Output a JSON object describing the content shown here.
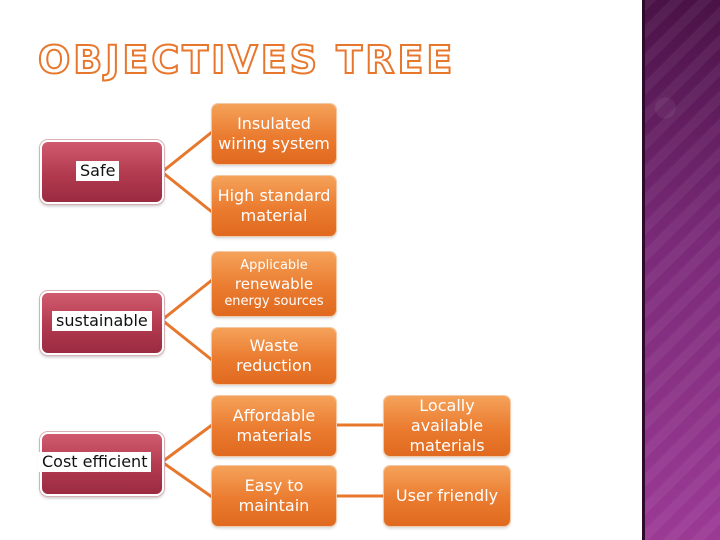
{
  "title": "OBJECTIVES TREE",
  "colors": {
    "category_fill": "#b23a4f",
    "objective_fill": "#ea7b2f",
    "connector": "#e8772e",
    "side_panel": "#7a2a78"
  },
  "categories": [
    {
      "label": "Safe"
    },
    {
      "label": "sustainable"
    },
    {
      "label": "Cost efficient"
    }
  ],
  "objectives": {
    "insulated": "Insulated wiring system",
    "high_standard": "High standard material",
    "renewable_top": "Applicable",
    "renewable_mid": "renewable",
    "renewable_bottom": "energy sources",
    "waste": "Waste reduction",
    "affordable": "Affordable materials",
    "easy": "Easy to maintain",
    "locally": "Locally available materials",
    "user_friendly": "User friendly"
  }
}
